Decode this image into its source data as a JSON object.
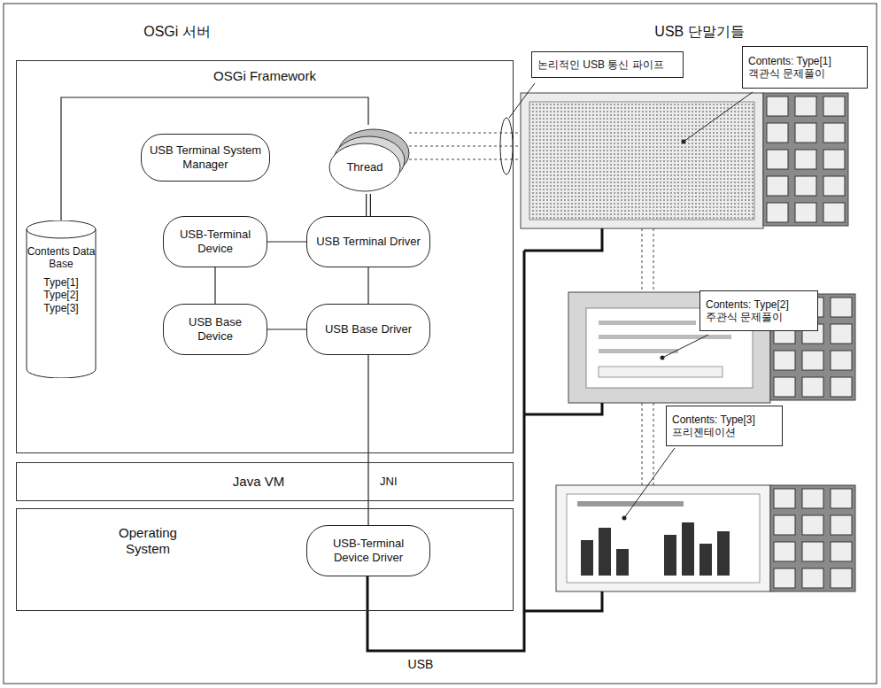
{
  "diagram": {
    "nodes": [
      {
        "text": [
          "OSGi Framework"
        ]
      },
      {
        "text": [
          "USB Terminal System Manager"
        ],
        "in": 0
      },
      {
        "text": [
          "Thread"
        ],
        "in": 0
      },
      {
        "text": [
          "Contents Data Base",
          "Type[1] Type[2] Type[3]"
        ],
        "in": 0
      },
      {
        "text": [
          "USB-Terminal Device"
        ],
        "in": 0
      },
      {
        "text": [
          "USB Terminal Driver"
        ],
        "in": 0
      },
      {
        "text": [
          "USB Base Device"
        ],
        "in": 0
      },
      {
        "text": [
          "USB Base Driver"
        ],
        "in": 0
      },
      {
        "text": [
          "Java VM",
          "JNI"
        ]
      },
      {
        "text": [
          "Operating System"
        ]
      },
      {
        "text": [
          "USB-Terminal Device Driver"
        ],
        "in": 9
      },
      {
        "text": [
          "논리적인 USB 통신 파이프"
        ]
      },
      {
        "text": [
          "Contents: Type[1]",
          "객관식 문제풀이"
        ]
      },
      {
        "text": [
          "Contents: Type[2]",
          "주관식 문제풀이"
        ]
      },
      {
        "text": [
          "Contents: Type[3]",
          "프리젠테이션"
        ]
      }
    ],
    "edges": [
      {
        "from": 3,
        "to": 2,
        "arrow": "none"
      },
      {
        "from": 2,
        "to": 5,
        "arrow": "none"
      },
      {
        "from": 4,
        "to": 5,
        "arrow": "none"
      },
      {
        "from": 4,
        "to": 6,
        "arrow": "none"
      },
      {
        "from": 6,
        "to": 7,
        "arrow": "none"
      },
      {
        "from": 5,
        "to": 7,
        "arrow": "none"
      },
      {
        "from": 7,
        "to": 10,
        "arrow": "none"
      }
    ],
    "labels": [
      "OSGi 서버",
      "USB 단말기들",
      "USB"
    ]
  }
}
